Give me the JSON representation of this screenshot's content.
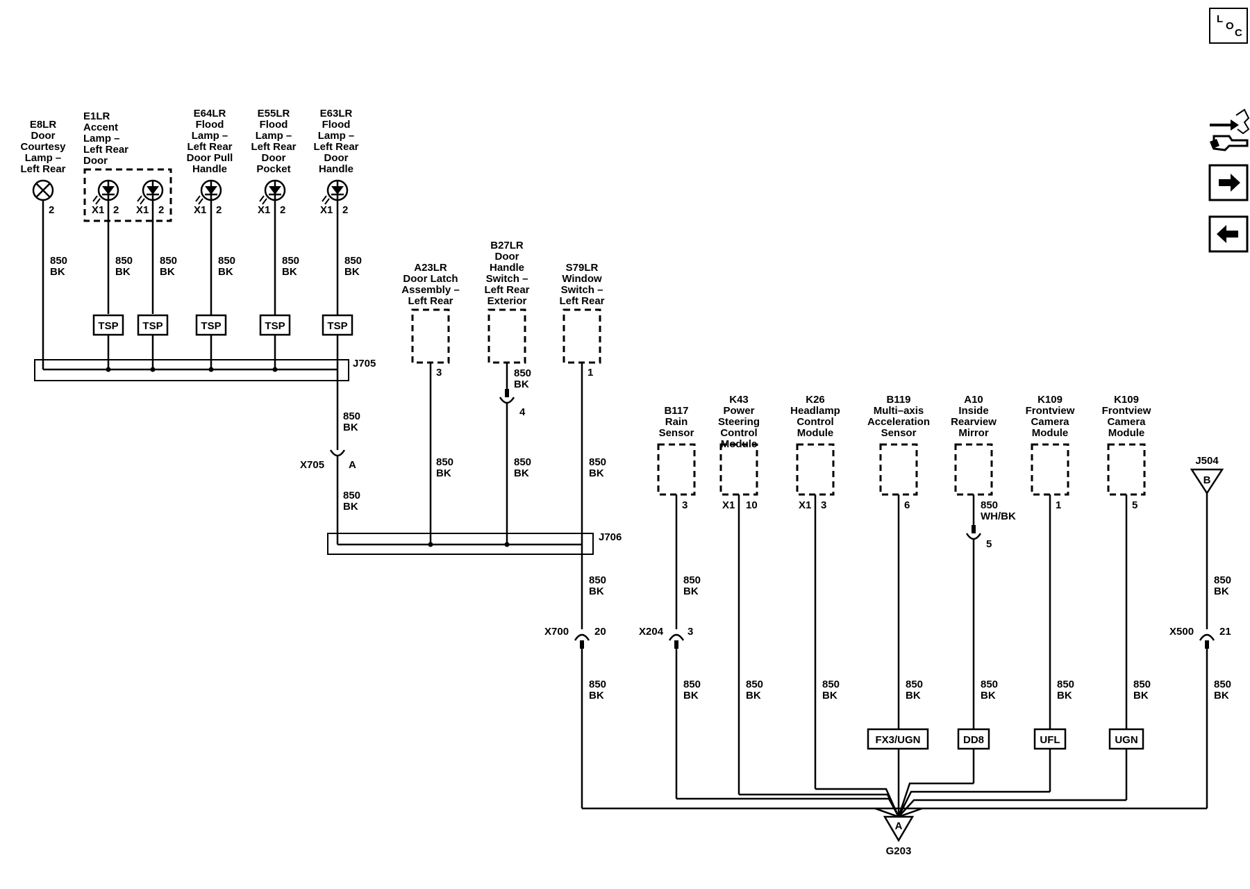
{
  "nav": {
    "loc_letters": [
      "L",
      "O",
      "C"
    ],
    "buttons": [
      "diagnostic-wrench-icon",
      "forward-arrow-icon",
      "back-arrow-icon"
    ]
  },
  "lamps": [
    {
      "id": "E8LR",
      "lines": [
        "Door",
        "Courtesy",
        "Lamp –",
        "Left Rear"
      ],
      "pin": "2",
      "wire": [
        "850",
        "BK"
      ]
    },
    {
      "id": "E1LR",
      "lines": [
        "Accent",
        "Lamp –",
        "Left Rear",
        "Door"
      ],
      "pin": "2",
      "pin_b": "2",
      "x1": "X1",
      "wire": [
        "850",
        "BK"
      ],
      "wire_b": [
        "850",
        "BK"
      ]
    },
    {
      "id": "E64LR",
      "lines": [
        "Flood",
        "Lamp –",
        "Left Rear",
        "Door Pull",
        "Handle"
      ],
      "pin": "2",
      "x1": "X1",
      "wire": [
        "850",
        "BK"
      ]
    },
    {
      "id": "E55LR",
      "lines": [
        "Flood",
        "Lamp –",
        "Left Rear",
        "Door",
        "Pocket"
      ],
      "pin": "2",
      "x1": "X1",
      "wire": [
        "850",
        "BK"
      ]
    },
    {
      "id": "E63LR",
      "lines": [
        "Flood",
        "Lamp –",
        "Left Rear",
        "Door",
        "Handle"
      ],
      "pin": "2",
      "x1": "X1",
      "wire": [
        "850",
        "BK"
      ]
    }
  ],
  "tsp_label": "TSP",
  "splices": {
    "j705": "J705",
    "j706": "J706"
  },
  "x705": {
    "id": "X705",
    "pin": "A",
    "wire_top": [
      "850",
      "BK"
    ],
    "wire_bot": [
      "850",
      "BK"
    ]
  },
  "door_components": [
    {
      "id": "A23LR",
      "lines": [
        "Door Latch",
        "Assembly –",
        "Left Rear"
      ],
      "pin": "3",
      "wire": [
        "850",
        "BK"
      ]
    },
    {
      "id": "B27LR",
      "lines": [
        "Door",
        "Handle",
        "Switch –",
        "Left Rear",
        "Exterior"
      ],
      "pin": "4",
      "wire_top": [
        "850",
        "BK"
      ],
      "wire": [
        "850",
        "BK"
      ]
    },
    {
      "id": "S79LR",
      "lines": [
        "Window",
        "Switch –",
        "Left Rear"
      ],
      "pin": "1",
      "wire": [
        "850",
        "BK"
      ]
    }
  ],
  "x700": {
    "id": "X700",
    "pin": "20",
    "wire_top": [
      "850",
      "BK"
    ],
    "wire_bot": [
      "850",
      "BK"
    ]
  },
  "modules": [
    {
      "id": "B117",
      "lines": [
        "Rain",
        "Sensor"
      ],
      "pin": "3",
      "conn": "",
      "wire": [
        "850",
        "BK"
      ],
      "wire_top": [
        "850",
        "BK"
      ],
      "tag": ""
    },
    {
      "id": "K43",
      "lines": [
        "Power",
        "Steering",
        "Control",
        "Module"
      ],
      "pin": "10",
      "conn": "X1",
      "wire": [
        "850",
        "BK"
      ],
      "tag": ""
    },
    {
      "id": "K26",
      "lines": [
        "Headlamp",
        "Control",
        "Module"
      ],
      "pin": "3",
      "conn": "X1",
      "wire": [
        "850",
        "BK"
      ],
      "tag": ""
    },
    {
      "id": "B119",
      "lines": [
        "Multi–axis",
        "Acceleration",
        "Sensor"
      ],
      "pin": "6",
      "conn": "",
      "wire": [
        "850",
        "BK"
      ],
      "tag": "FX3/UGN"
    },
    {
      "id": "A10",
      "lines": [
        "Inside",
        "Rearview",
        "Mirror"
      ],
      "pin": "5",
      "conn": "",
      "wire": [
        "850",
        "BK"
      ],
      "wire_top": [
        "850",
        "WH/BK"
      ],
      "tag": "DD8"
    },
    {
      "id": "K109",
      "lines": [
        "Frontview",
        "Camera",
        "Module"
      ],
      "pin": "1",
      "conn": "",
      "wire": [
        "850",
        "BK"
      ],
      "tag": "UFL"
    },
    {
      "id": "K109",
      "lines": [
        "Frontview",
        "Camera",
        "Module"
      ],
      "pin": "5",
      "conn": "",
      "wire": [
        "850",
        "BK"
      ],
      "tag": "UGN"
    }
  ],
  "x204": {
    "id": "X204",
    "pin": "3"
  },
  "x500": {
    "id": "X500",
    "pin": "21",
    "wire_top": [
      "850",
      "BK"
    ],
    "wire_bot": [
      "850",
      "BK"
    ]
  },
  "j504": {
    "id": "J504",
    "letter": "B"
  },
  "ground": {
    "id": "G203",
    "letter": "A"
  }
}
